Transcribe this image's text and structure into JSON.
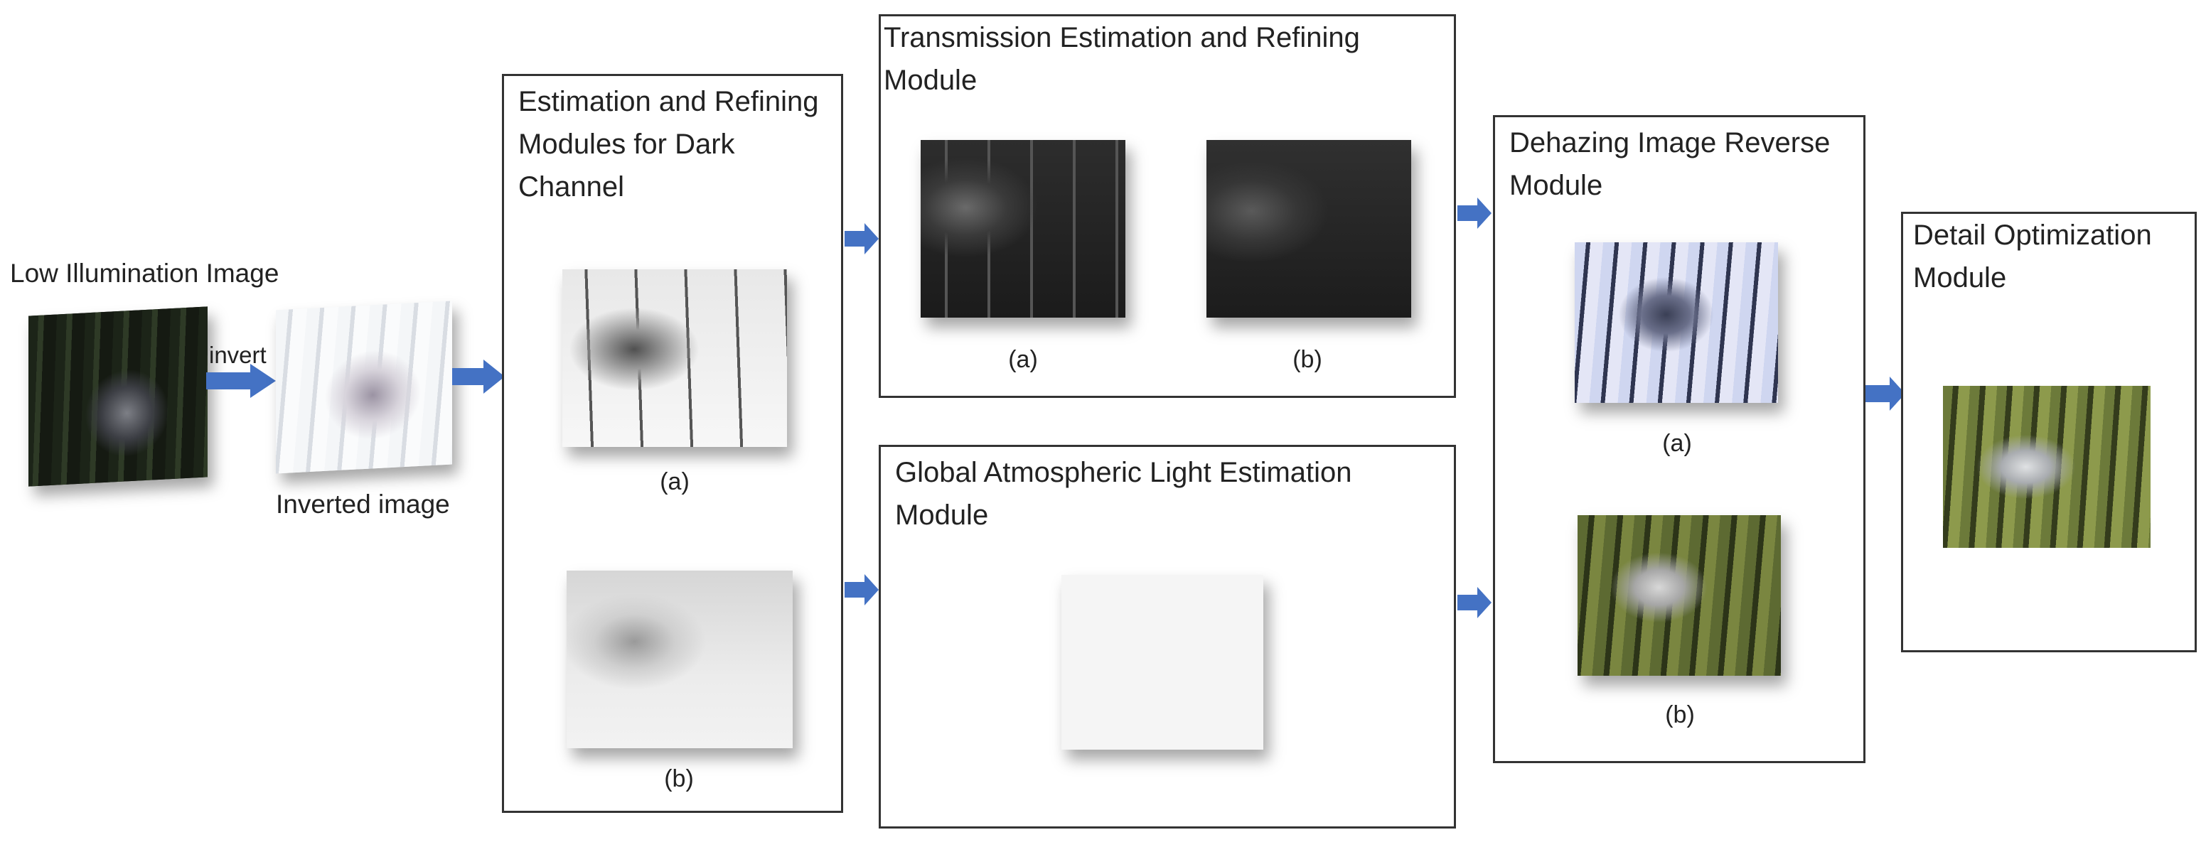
{
  "input": {
    "title": "Low Illumination Image",
    "invert_label": "invert",
    "inverted_caption": "Inverted image"
  },
  "dark_channel": {
    "title_lines": [
      "Estimation and Refining",
      "Modules for Dark",
      "Channel"
    ],
    "caption_a": "(a)",
    "caption_b": "(b)"
  },
  "transmission": {
    "title_lines": [
      "Transmission Estimation and Refining",
      "Module"
    ],
    "caption_a": "(a)",
    "caption_b": "(b)"
  },
  "atmospheric": {
    "title_lines": [
      "Global Atmospheric Light Estimation",
      "Module"
    ]
  },
  "dehazing": {
    "title_lines": [
      "Dehazing Image Reverse",
      "Module"
    ],
    "caption_a": "(a)",
    "caption_b": "(b)"
  },
  "detail": {
    "title_lines": [
      "Detail Optimization",
      "Module"
    ]
  },
  "colors": {
    "arrow": "#4472c4",
    "border": "#333333"
  }
}
